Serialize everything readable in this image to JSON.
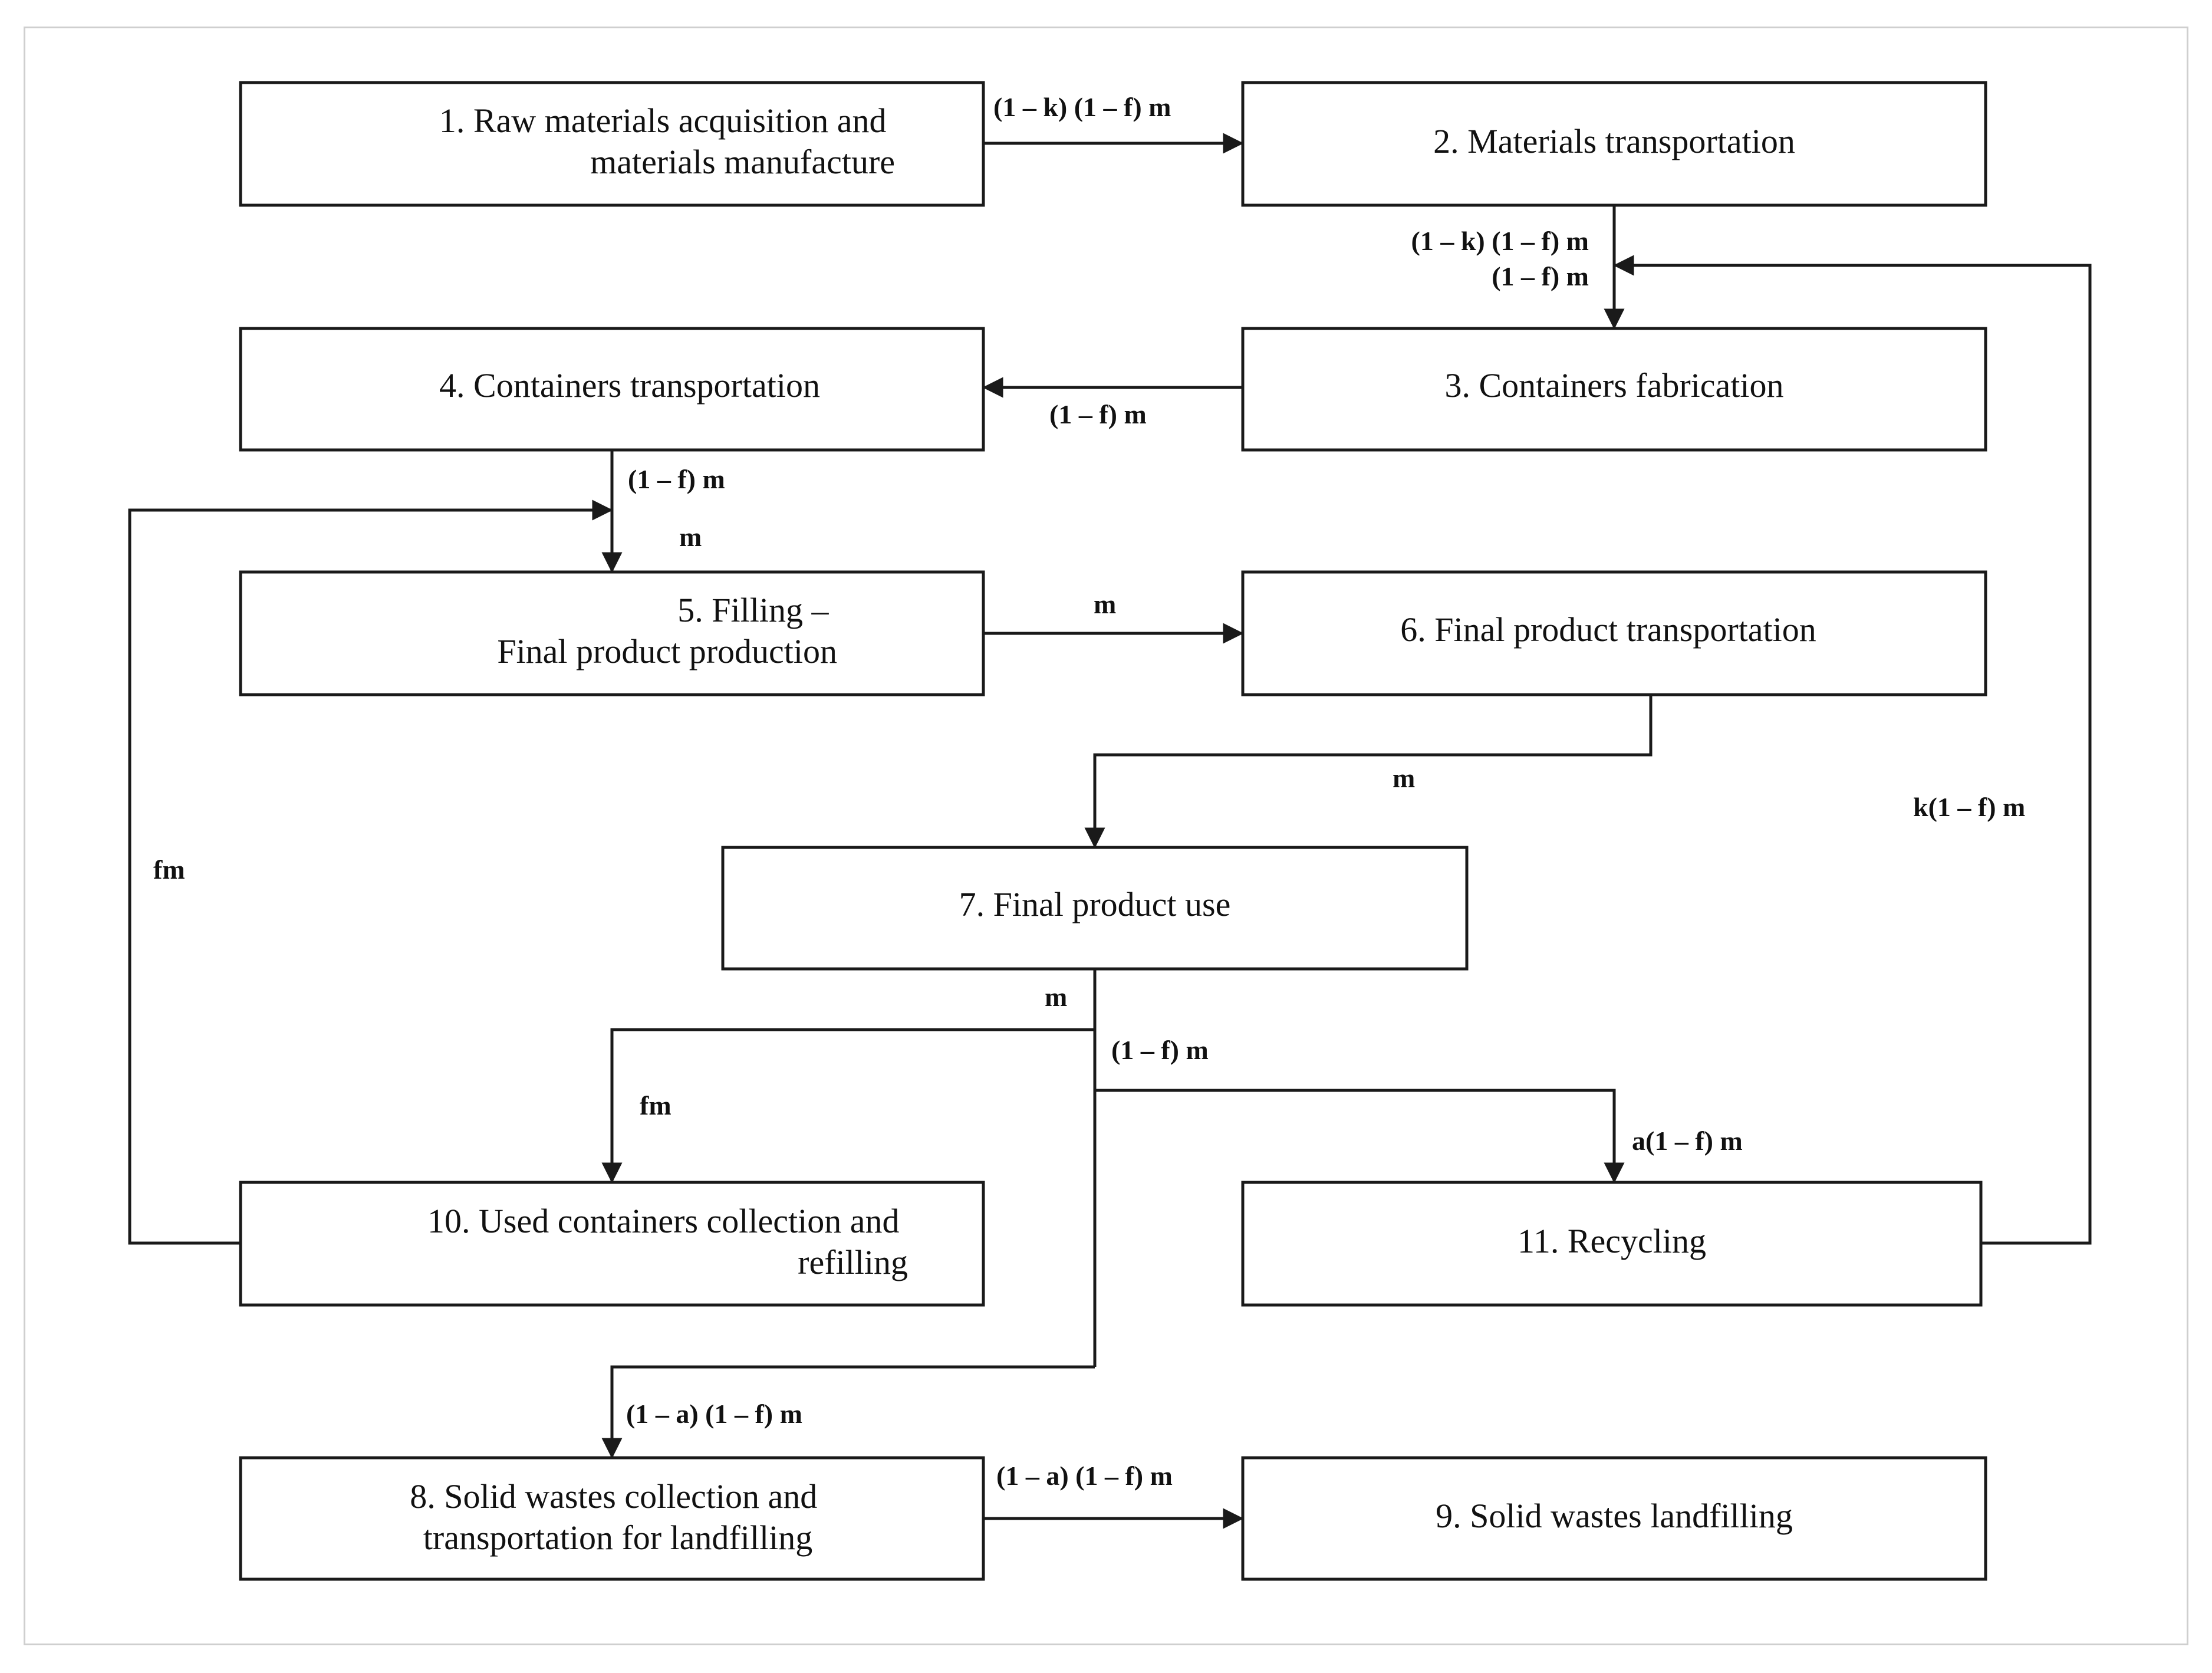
{
  "diagram": {
    "boxes": {
      "b1": [
        "1. Raw materials acquisition and",
        "materials manufacture"
      ],
      "b2": [
        "2. Materials transportation"
      ],
      "b3": [
        "3. Containers fabrication"
      ],
      "b4": [
        "4. Containers transportation"
      ],
      "b5": [
        "5. Filling –",
        "Final product production"
      ],
      "b6": [
        "6. Final product transportation"
      ],
      "b7": [
        "7. Final product use"
      ],
      "b8": [
        "8. Solid wastes collection and",
        "transportation for landfilling"
      ],
      "b9": [
        "9. Solid wastes landfilling"
      ],
      "b10": [
        "10. Used containers collection and",
        "refilling"
      ],
      "b11": [
        "11. Recycling"
      ]
    },
    "flows": {
      "f1_2": "(1 – k) (1 – f) m",
      "f2_3": "(1 – k) (1 – f) m",
      "f11_3": "(1 – f) m",
      "f3_4": "(1 – f) m",
      "f4_5": "(1 – f) m",
      "f5_in": "m",
      "f5_6": "m",
      "f6_7": "m",
      "f7_out": "m",
      "f7_split": "(1 – f) m",
      "f7_10": "fm",
      "f7_11": "a(1 – f) m",
      "f10_5": "fm",
      "f11_loop": "k(1 – f) m",
      "f7_8": "(1 – a) (1 – f) m",
      "f8_9": "(1 – a) (1 – f) m"
    },
    "colors": {
      "stroke": "#1a1a1a",
      "text": "#111111",
      "frame": "#cfcfcf"
    }
  }
}
